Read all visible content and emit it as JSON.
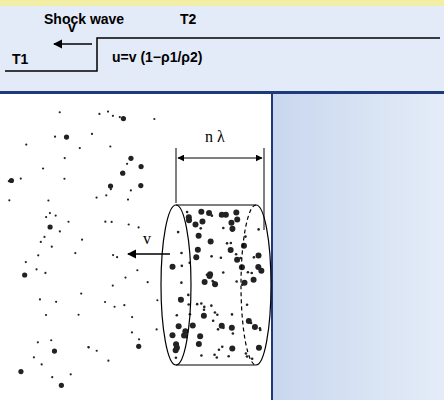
{
  "diagram": {
    "labels": [
      "Shock wave",
      "T2",
      "v",
      "T1",
      "u=v (1−ρ1/ρ2)",
      "n λ",
      "v"
    ]
  }
}
